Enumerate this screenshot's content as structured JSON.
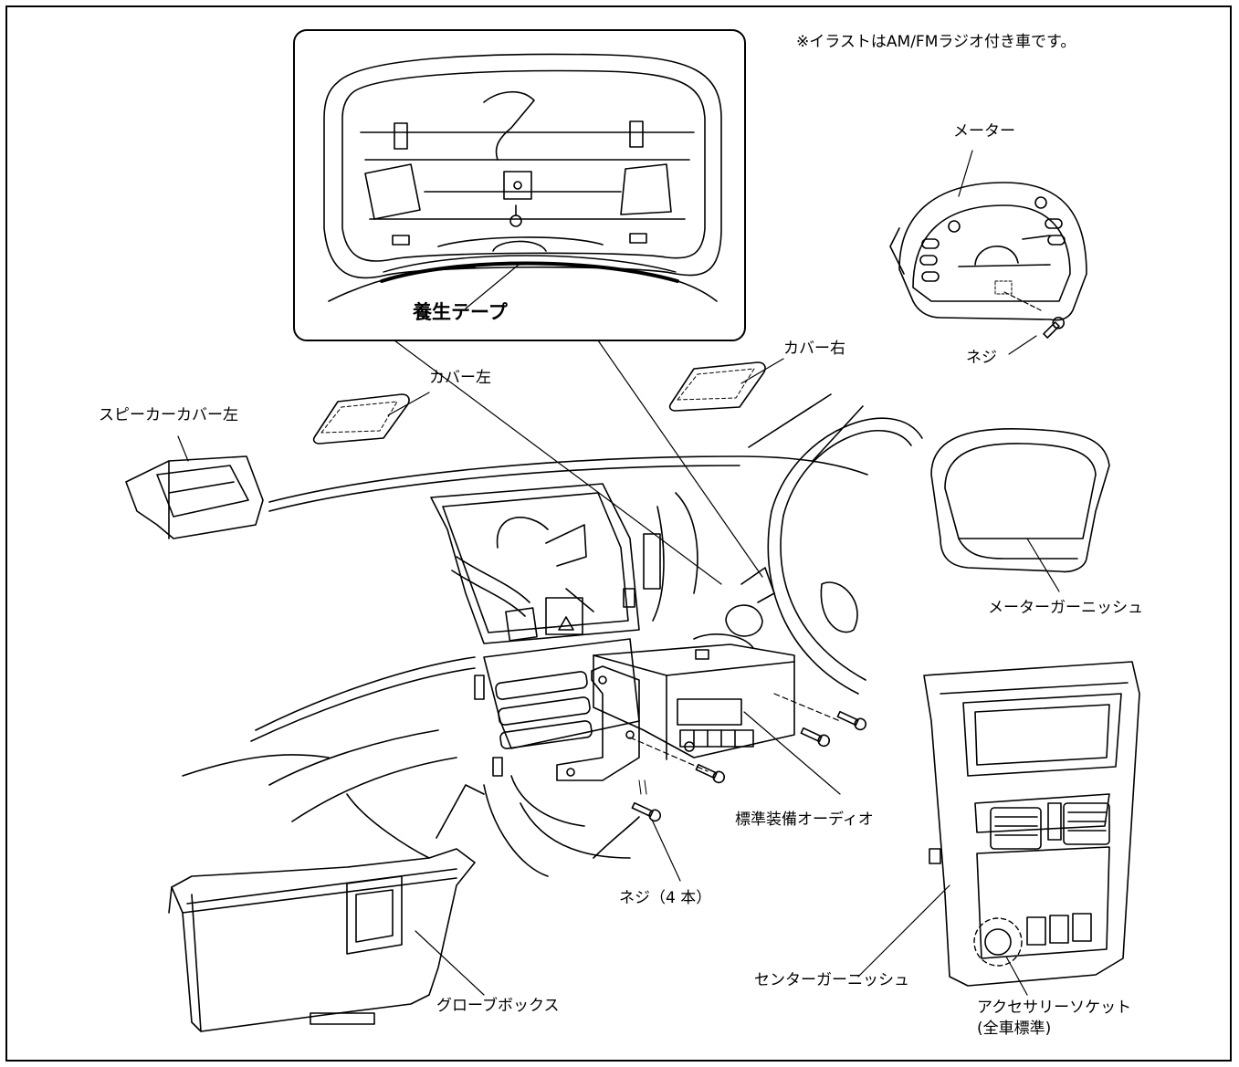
{
  "note": "※イラストはAM/FMラジオ付き車です。",
  "labels": {
    "protective_tape": "養生テープ",
    "meter": "メーター",
    "screw_meter": "ネジ",
    "cover_right": "カバー右",
    "cover_left": "カバー左",
    "speaker_cover_left": "スピーカーカバー左",
    "meter_garnish": "メーターガーニッシュ",
    "standard_audio": "標準装備オーディオ",
    "screw_four": "ネジ（4 本）",
    "glove_box": "グローブボックス",
    "center_garnish": "センターガーニッシュ",
    "accessory_socket": "アクセサリーソケット",
    "accessory_socket_note": "(全車標準)"
  }
}
